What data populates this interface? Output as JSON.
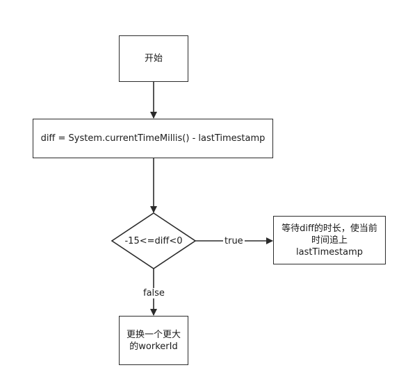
{
  "nodes": {
    "start": "开始",
    "compute": "diff = System.currentTimeMillis() - lastTimestamp",
    "decision": "-15<=diff<0",
    "wait_line1": "等待diff的时长，使当前",
    "wait_line2": "时间追上",
    "wait_line3": "lastTimestamp",
    "switch_line1": "更换一个更大",
    "switch_line2": "的workerId"
  },
  "edges": {
    "true_label": "true",
    "false_label": "false"
  },
  "colors": {
    "stroke": "#2b2b2b",
    "fill": "#ffffff"
  }
}
